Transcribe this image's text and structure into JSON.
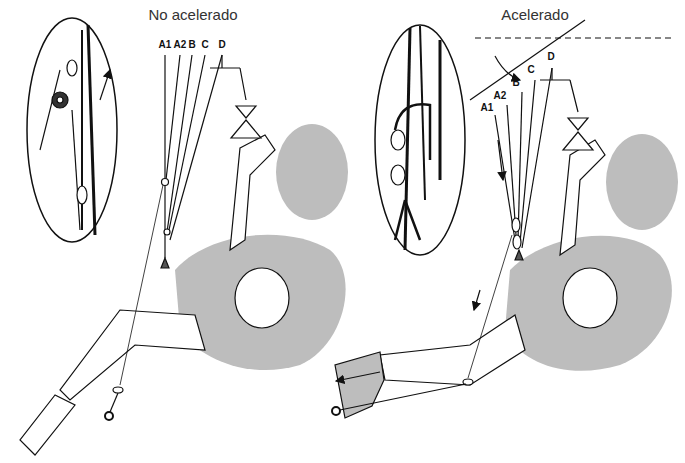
{
  "diagram": {
    "labels": [
      "No acelerado",
      "Acelerado",
      "A1",
      "A2",
      "B",
      "C",
      "D",
      "A1",
      "A2",
      "B",
      "C",
      "D"
    ]
  }
}
